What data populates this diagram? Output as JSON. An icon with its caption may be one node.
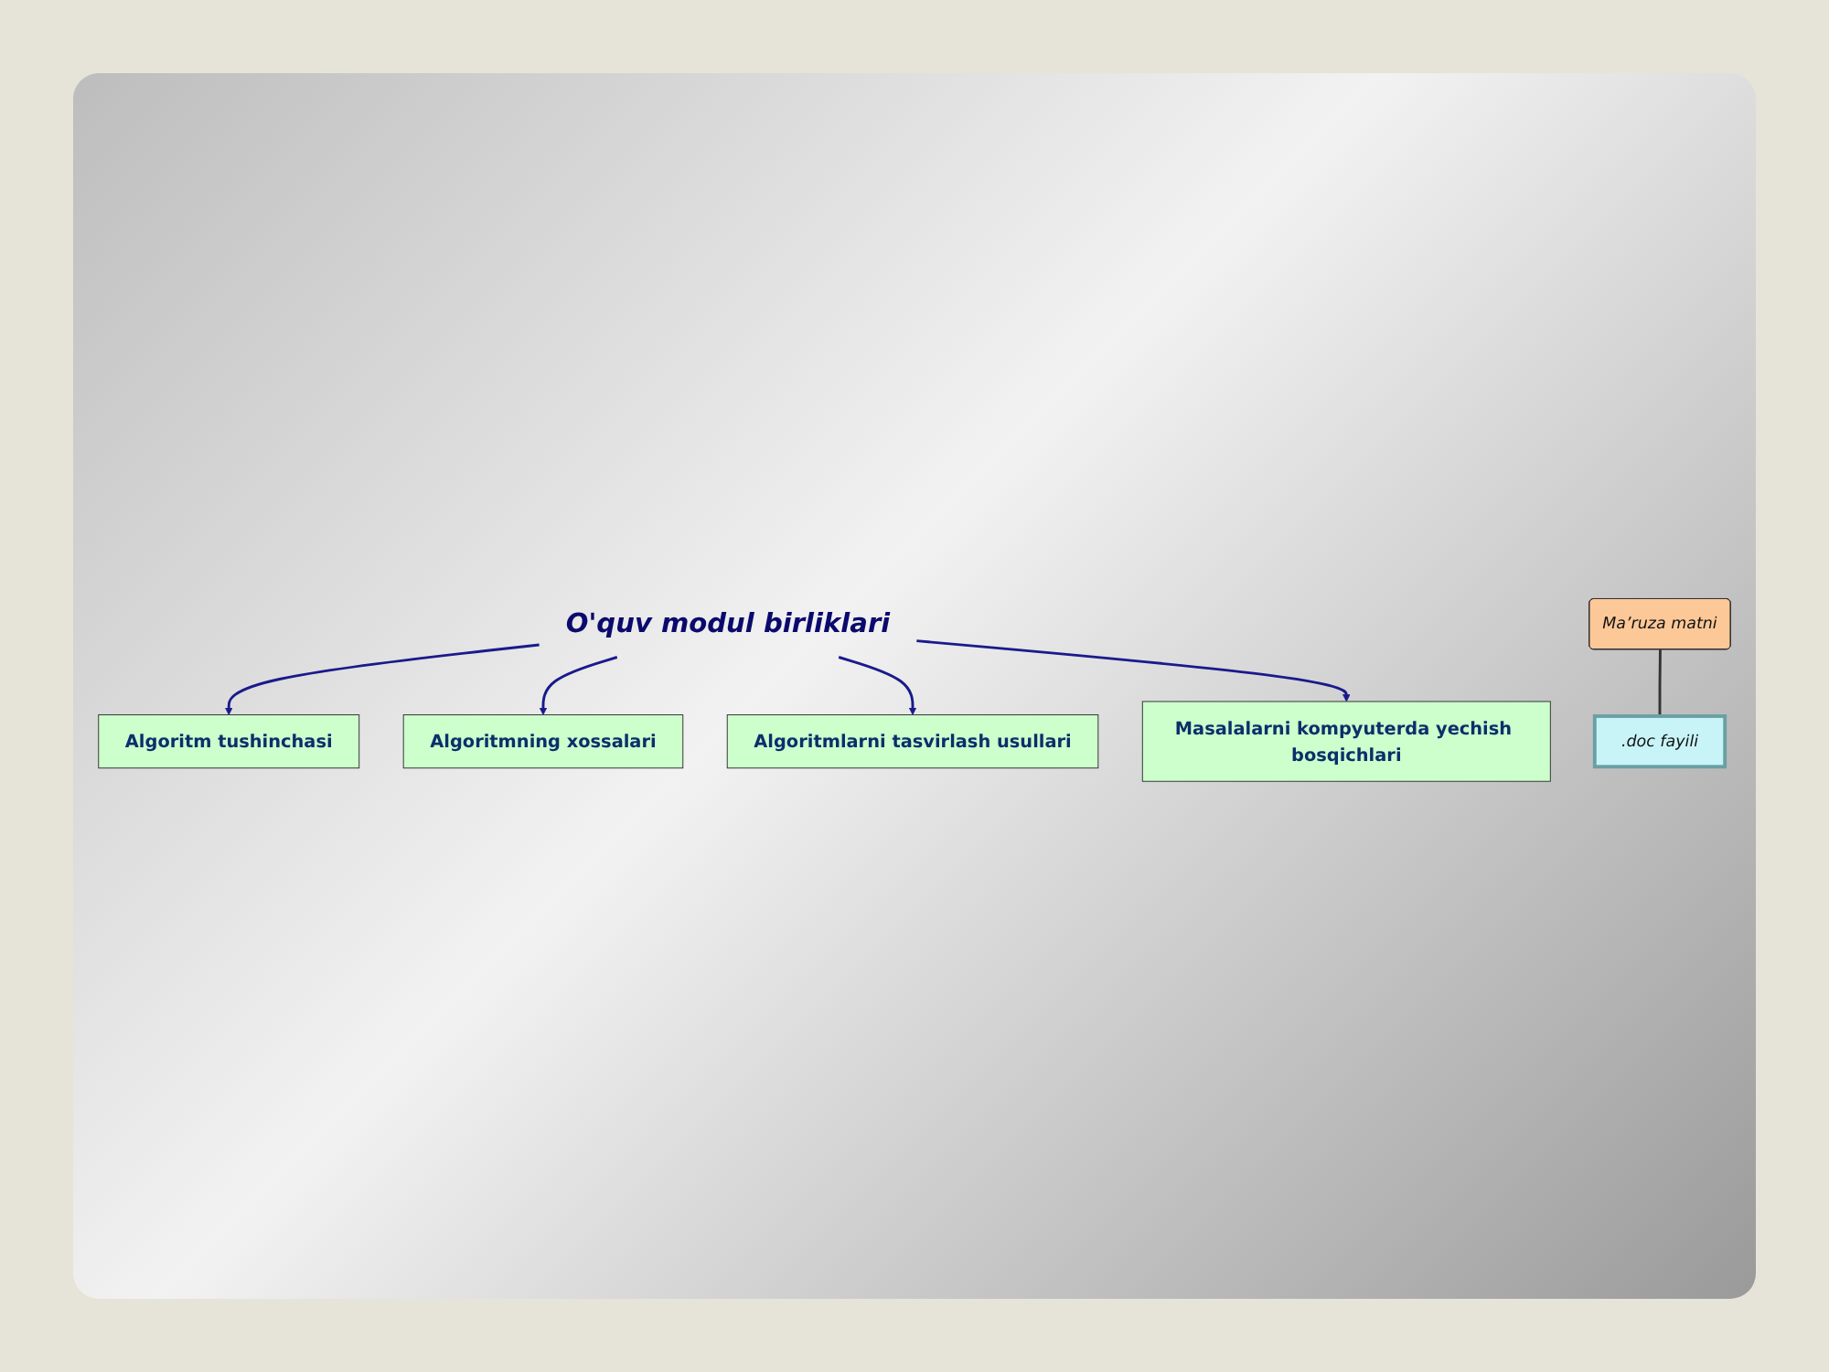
{
  "diagram": {
    "nodes": [
      {
        "text": [
          "O'quv modul birliklari"
        ]
      },
      {
        "text": [
          "Algoritm tushinchasi"
        ]
      },
      {
        "text": [
          "Algoritmning xossalari"
        ]
      },
      {
        "text": [
          "Algoritmlarni tasvirlash usullari"
        ]
      },
      {
        "text": [
          "Masalalarni kompyuterda yechish bosqichlari"
        ]
      },
      {
        "text": [
          "Ma’ruza matni"
        ]
      },
      {
        "text": [
          ".doc fayili"
        ]
      }
    ],
    "edges": [
      {
        "from": 0,
        "to": 1,
        "arrow": "to"
      },
      {
        "from": 0,
        "to": 2,
        "arrow": "to"
      },
      {
        "from": 0,
        "to": 3,
        "arrow": "to"
      },
      {
        "from": 0,
        "to": 4,
        "arrow": "to"
      },
      {
        "from": 5,
        "to": 6,
        "arrow": "none"
      }
    ]
  }
}
